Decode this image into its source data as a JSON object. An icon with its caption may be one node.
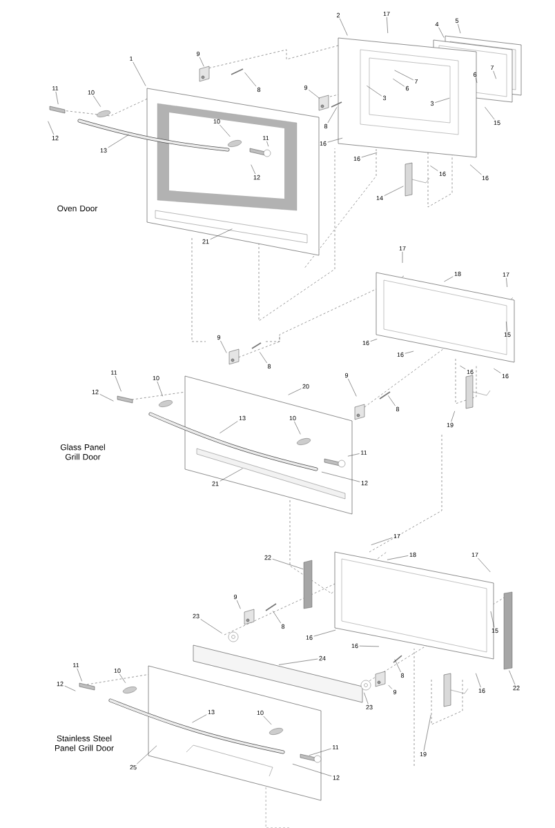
{
  "diagram": {
    "nodes": [
      {
        "text": [
          "1"
        ]
      },
      {
        "text": [
          "2"
        ]
      },
      {
        "text": [
          "17"
        ]
      },
      {
        "text": [
          "4"
        ]
      },
      {
        "text": [
          "5"
        ]
      },
      {
        "text": [
          "9"
        ]
      },
      {
        "text": [
          "8"
        ]
      },
      {
        "text": [
          "11"
        ]
      },
      {
        "text": [
          "10"
        ]
      },
      {
        "text": [
          "12"
        ]
      },
      {
        "text": [
          "13"
        ]
      },
      {
        "text": [
          "10"
        ]
      },
      {
        "text": [
          "11"
        ]
      },
      {
        "text": [
          "12"
        ]
      },
      {
        "text": [
          "6"
        ]
      },
      {
        "text": [
          "7"
        ]
      },
      {
        "text": [
          "3"
        ]
      },
      {
        "text": [
          "3"
        ]
      },
      {
        "text": [
          "9"
        ]
      },
      {
        "text": [
          "8"
        ]
      },
      {
        "text": [
          "7"
        ]
      },
      {
        "text": [
          "6"
        ]
      },
      {
        "text": [
          "15"
        ]
      },
      {
        "text": [
          "16"
        ]
      },
      {
        "text": [
          "16"
        ]
      },
      {
        "text": [
          "16"
        ]
      },
      {
        "text": [
          "16"
        ]
      },
      {
        "text": [
          "14"
        ]
      },
      {
        "text": [
          "21"
        ]
      },
      {
        "text": [
          "17"
        ]
      },
      {
        "text": [
          "18"
        ]
      },
      {
        "text": [
          "17"
        ]
      },
      {
        "text": [
          "15"
        ]
      },
      {
        "text": [
          "16"
        ]
      },
      {
        "text": [
          "16"
        ]
      },
      {
        "text": [
          "16"
        ]
      },
      {
        "text": [
          "16"
        ]
      },
      {
        "text": [
          "9"
        ]
      },
      {
        "text": [
          "8"
        ]
      },
      {
        "text": [
          "11"
        ]
      },
      {
        "text": [
          "10"
        ]
      },
      {
        "text": [
          "12"
        ]
      },
      {
        "text": [
          "20"
        ]
      },
      {
        "text": [
          "9"
        ]
      },
      {
        "text": [
          "8"
        ]
      },
      {
        "text": [
          "13"
        ]
      },
      {
        "text": [
          "10"
        ]
      },
      {
        "text": [
          "11"
        ]
      },
      {
        "text": [
          "12"
        ]
      },
      {
        "text": [
          "21"
        ]
      },
      {
        "text": [
          "19"
        ]
      },
      {
        "text": [
          "17"
        ]
      },
      {
        "text": [
          "18"
        ]
      },
      {
        "text": [
          "22"
        ]
      },
      {
        "text": [
          "17"
        ]
      },
      {
        "text": [
          "9"
        ]
      },
      {
        "text": [
          "8"
        ]
      },
      {
        "text": [
          "23"
        ]
      },
      {
        "text": [
          "15"
        ]
      },
      {
        "text": [
          "16"
        ]
      },
      {
        "text": [
          "16"
        ]
      },
      {
        "text": [
          "24"
        ]
      },
      {
        "text": [
          "8"
        ]
      },
      {
        "text": [
          "9"
        ]
      },
      {
        "text": [
          "23"
        ]
      },
      {
        "text": [
          "16"
        ]
      },
      {
        "text": [
          "22"
        ]
      },
      {
        "text": [
          "11"
        ]
      },
      {
        "text": [
          "10"
        ]
      },
      {
        "text": [
          "12"
        ]
      },
      {
        "text": [
          "13"
        ]
      },
      {
        "text": [
          "10"
        ]
      },
      {
        "text": [
          "11"
        ]
      },
      {
        "text": [
          "12"
        ]
      },
      {
        "text": [
          "25"
        ]
      },
      {
        "text": [
          "19"
        ]
      }
    ],
    "edges": [
      {
        "from": 0,
        "to": null,
        "arrow": "none"
      },
      {
        "from": 1,
        "to": null,
        "arrow": "none"
      },
      {
        "from": 2,
        "to": null,
        "arrow": "none"
      },
      {
        "from": 3,
        "to": null,
        "arrow": "none"
      },
      {
        "from": 4,
        "to": null,
        "arrow": "none"
      },
      {
        "from": 5,
        "to": null,
        "arrow": "none"
      },
      {
        "from": 6,
        "to": null,
        "arrow": "none"
      },
      {
        "from": 7,
        "to": null,
        "arrow": "none"
      },
      {
        "from": 8,
        "to": null,
        "arrow": "none"
      },
      {
        "from": 9,
        "to": null,
        "arrow": "none"
      },
      {
        "from": 10,
        "to": null,
        "arrow": "none"
      },
      {
        "from": 11,
        "to": null,
        "arrow": "none"
      },
      {
        "from": 12,
        "to": null,
        "arrow": "none"
      },
      {
        "from": 13,
        "to": null,
        "arrow": "none"
      },
      {
        "from": 14,
        "to": null,
        "arrow": "none"
      },
      {
        "from": 15,
        "to": null,
        "arrow": "none"
      },
      {
        "from": 16,
        "to": null,
        "arrow": "none"
      },
      {
        "from": 17,
        "to": null,
        "arrow": "none"
      },
      {
        "from": 18,
        "to": null,
        "arrow": "none"
      },
      {
        "from": 19,
        "to": null,
        "arrow": "none"
      },
      {
        "from": 20,
        "to": null,
        "arrow": "none"
      },
      {
        "from": 21,
        "to": null,
        "arrow": "none"
      },
      {
        "from": 22,
        "to": null,
        "arrow": "none"
      },
      {
        "from": 23,
        "to": null,
        "arrow": "none"
      },
      {
        "from": 24,
        "to": null,
        "arrow": "none"
      },
      {
        "from": 25,
        "to": null,
        "arrow": "none"
      },
      {
        "from": 26,
        "to": null,
        "arrow": "none"
      },
      {
        "from": 27,
        "to": null,
        "arrow": "none"
      },
      {
        "from": 28,
        "to": null,
        "arrow": "none"
      },
      {
        "from": 29,
        "to": null,
        "arrow": "none"
      },
      {
        "from": 30,
        "to": null,
        "arrow": "none"
      },
      {
        "from": 31,
        "to": null,
        "arrow": "none"
      },
      {
        "from": 32,
        "to": null,
        "arrow": "none"
      },
      {
        "from": 33,
        "to": null,
        "arrow": "none"
      },
      {
        "from": 34,
        "to": null,
        "arrow": "none"
      },
      {
        "from": 35,
        "to": null,
        "arrow": "none"
      },
      {
        "from": 36,
        "to": null,
        "arrow": "none"
      },
      {
        "from": 37,
        "to": null,
        "arrow": "none"
      },
      {
        "from": 38,
        "to": null,
        "arrow": "none"
      },
      {
        "from": 39,
        "to": null,
        "arrow": "none"
      },
      {
        "from": 40,
        "to": null,
        "arrow": "none"
      },
      {
        "from": 41,
        "to": null,
        "arrow": "none"
      },
      {
        "from": 42,
        "to": null,
        "arrow": "none"
      },
      {
        "from": 43,
        "to": null,
        "arrow": "none"
      },
      {
        "from": 44,
        "to": null,
        "arrow": "none"
      },
      {
        "from": 45,
        "to": null,
        "arrow": "none"
      },
      {
        "from": 46,
        "to": null,
        "arrow": "none"
      },
      {
        "from": 47,
        "to": null,
        "arrow": "none"
      },
      {
        "from": 48,
        "to": null,
        "arrow": "none"
      },
      {
        "from": 49,
        "to": null,
        "arrow": "none"
      },
      {
        "from": 50,
        "to": null,
        "arrow": "none"
      },
      {
        "from": 51,
        "to": null,
        "arrow": "none"
      },
      {
        "from": 52,
        "to": null,
        "arrow": "none"
      },
      {
        "from": 53,
        "to": null,
        "arrow": "none"
      },
      {
        "from": 54,
        "to": null,
        "arrow": "none"
      },
      {
        "from": 55,
        "to": null,
        "arrow": "none"
      },
      {
        "from": 56,
        "to": null,
        "arrow": "none"
      },
      {
        "from": 57,
        "to": null,
        "arrow": "none"
      },
      {
        "from": 58,
        "to": null,
        "arrow": "none"
      },
      {
        "from": 59,
        "to": null,
        "arrow": "none"
      },
      {
        "from": 60,
        "to": null,
        "arrow": "none"
      },
      {
        "from": 61,
        "to": null,
        "arrow": "none"
      },
      {
        "from": 62,
        "to": null,
        "arrow": "none"
      },
      {
        "from": 63,
        "to": null,
        "arrow": "none"
      },
      {
        "from": 64,
        "to": null,
        "arrow": "none"
      },
      {
        "from": 65,
        "to": null,
        "arrow": "none"
      },
      {
        "from": 66,
        "to": null,
        "arrow": "none"
      },
      {
        "from": 67,
        "to": null,
        "arrow": "none"
      },
      {
        "from": 68,
        "to": null,
        "arrow": "none"
      },
      {
        "from": 69,
        "to": null,
        "arrow": "none"
      },
      {
        "from": 70,
        "to": null,
        "arrow": "none"
      },
      {
        "from": 71,
        "to": null,
        "arrow": "none"
      },
      {
        "from": 72,
        "to": null,
        "arrow": "none"
      },
      {
        "from": 73,
        "to": null,
        "arrow": "none"
      },
      {
        "from": 74,
        "to": null,
        "arrow": "none"
      },
      {
        "from": 75,
        "to": null,
        "arrow": "none"
      }
    ],
    "labels": [
      "Oven Door",
      "Glass Panel Grill Door",
      "Stainless Steel Panel Grill Door"
    ]
  }
}
